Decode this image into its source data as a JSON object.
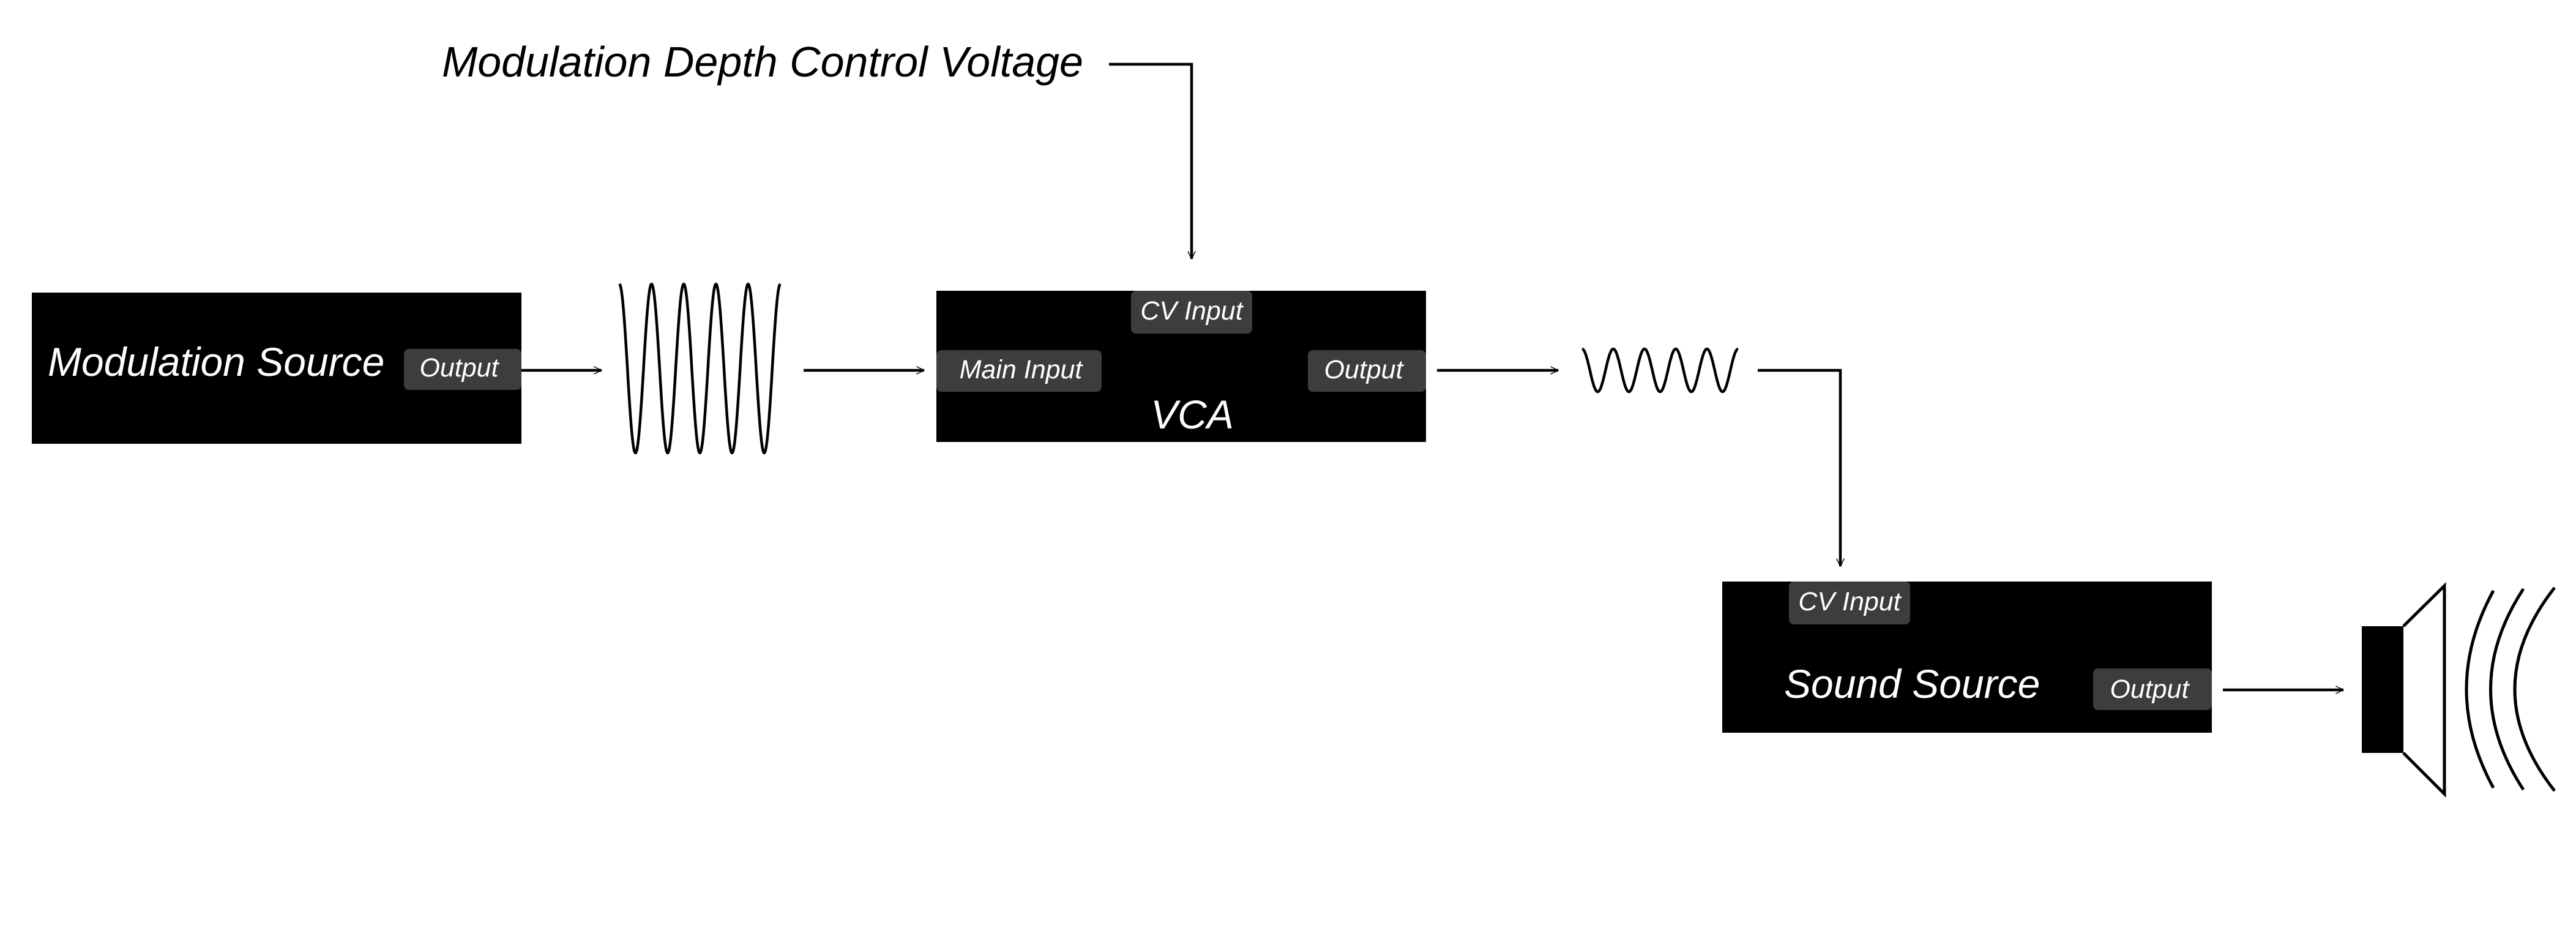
{
  "control_label": "Modulation Depth Control Voltage",
  "modules": {
    "modulation_source": {
      "title": "Modulation Source",
      "output": "Output"
    },
    "vca": {
      "title": "VCA",
      "cv_input": "CV Input",
      "main_input": "Main Input",
      "output": "Output"
    },
    "sound_source": {
      "title": "Sound Source",
      "cv_input": "CV Input",
      "output": "Output"
    }
  },
  "icons": {
    "speaker": "speaker-icon",
    "high_depth_wave": "sine-wave-icon",
    "low_depth_wave": "sine-wave-icon"
  },
  "colors": {
    "module_fill": "#000000",
    "port_fill": "#3d3d3d",
    "module_text": "#ffffff",
    "line": "#000000",
    "background": "#ffffff"
  }
}
